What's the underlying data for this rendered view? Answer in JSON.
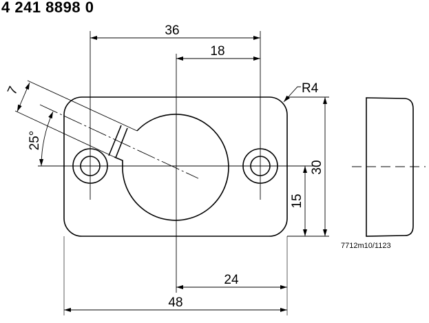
{
  "title": "4 241 8898 0",
  "dimensions": {
    "overall_hole_spacing": "36",
    "half_hole_spacing": "18",
    "slot_width": "7",
    "slot_angle": "25°",
    "corner_radius": "R4",
    "height": "30",
    "half_height": "15",
    "half_width": "24",
    "width": "48"
  },
  "drawing_number": "7712m10/1123"
}
